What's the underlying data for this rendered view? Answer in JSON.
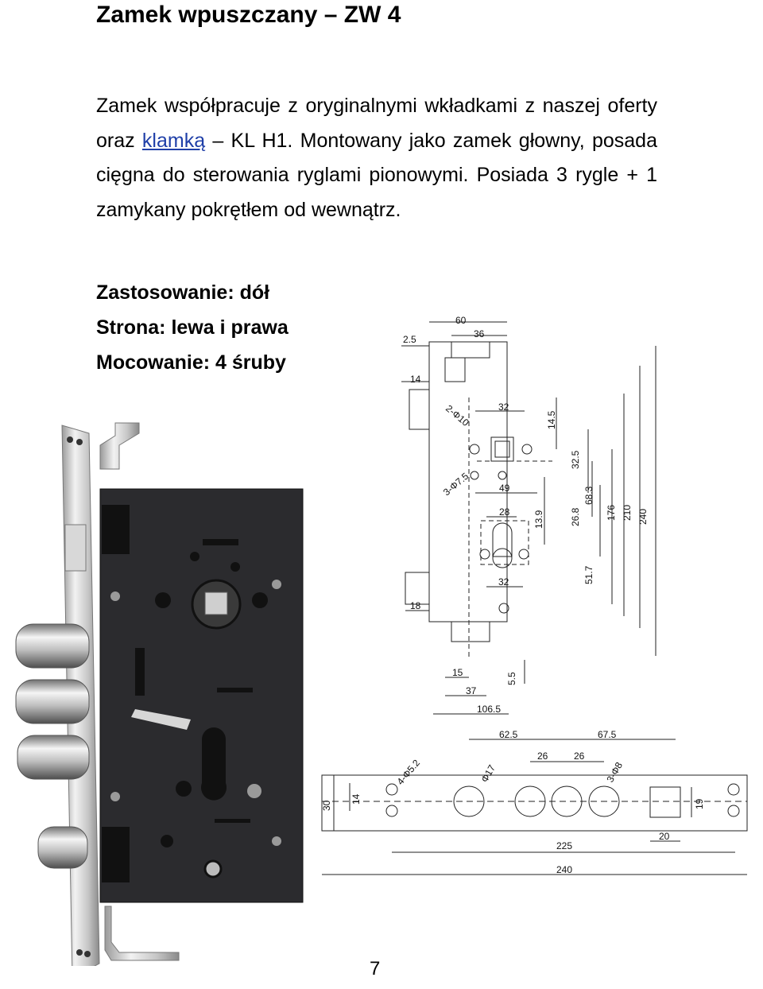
{
  "title": "Zamek wpuszczany – ZW 4",
  "description": {
    "before_link": "Zamek współpracuje z oryginalnymi wkładkami z naszej oferty oraz ",
    "link_text": "klamką",
    "after_link": " – KL H1. Montowany jako zamek głowny, posada cięgna do sterowania ryglami pionowymi. Posiada 3 rygle + 1 zamykany pokrętłem od wewnątrz."
  },
  "specs": {
    "application": "Zastosowanie: dół",
    "side": "Strona: lewa i prawa",
    "mounting": "Mocowanie: 4 śruby"
  },
  "drawing_labels": {
    "top": {
      "d60": "60",
      "d36": "36",
      "d2_5": "2.5",
      "d14": "14",
      "d32a": "32",
      "d14_5": "14.5",
      "d2phi10": "2-Φ10",
      "d32_5": "32.5",
      "d3phi7_5": "3-Φ7.5",
      "d49": "49",
      "d68_3": "68.3",
      "d28": "28",
      "d13_9": "13.9",
      "d26_8": "26.8",
      "d176": "176",
      "d210": "210",
      "d240v": "240",
      "d51_7": "51.7",
      "d32b": "32",
      "d18": "18",
      "d15": "15",
      "d5_5": "5.5",
      "d37": "37",
      "d106_5": "106.5"
    },
    "bottom": {
      "d62_5": "62.5",
      "d67_5": "67.5",
      "d26a": "26",
      "d26b": "26",
      "d4phi5_2": "4-Φ5.2",
      "dphi17": "Φ17",
      "d3phi8": "3-Φ8",
      "d30": "30",
      "d14": "14",
      "d19": "19",
      "d225": "225",
      "d20": "20",
      "d240h": "240"
    }
  },
  "page_number": "7"
}
